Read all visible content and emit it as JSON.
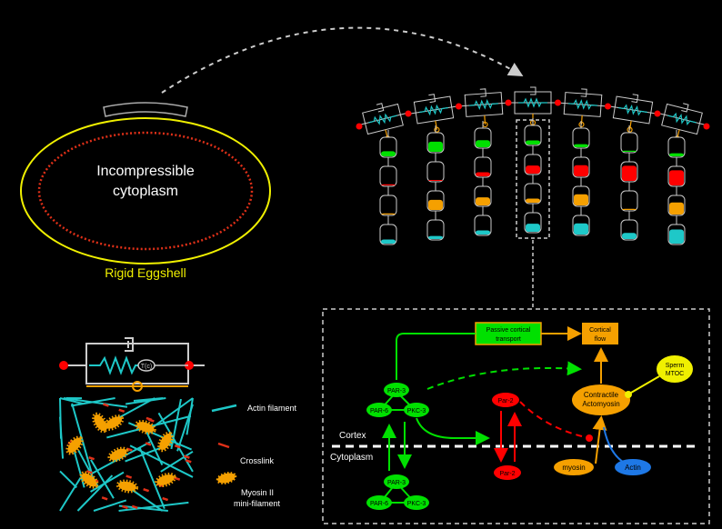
{
  "embryo": {
    "cytoplasm_line1": "Incompressible",
    "cytoplasm_line2": "cytoplasm",
    "eggshell_label": "Rigid Eggshell"
  },
  "legend": {
    "actin": "Actin filament",
    "crosslink": "Crosslink",
    "myosin_line1": "Myosin II",
    "myosin_line2": "mini-filament"
  },
  "network": {
    "passive_line1": "Passive cortical",
    "passive_line2": "transport",
    "flow_line1": "Cortical",
    "flow_line2": "flow",
    "mtoc_line1": "Sperm",
    "mtoc_line2": "MTOC",
    "actomyosin_line1": "Contractile",
    "actomyosin_line2": "Actomyosin",
    "par3": "PAR-3",
    "par6": "PAR-6",
    "pkc3": "PKC-3",
    "par2": "Par-2",
    "myosin": "myosin",
    "actin": "Actin",
    "cortex": "Cortex",
    "cytoplasm": "Cytoplasm"
  },
  "colors": {
    "green": "#00e000",
    "red": "#ff0000",
    "orange": "#f5a000",
    "cyan": "#1ec8c8",
    "yellow": "#f0f000",
    "blue": "#1e78e6",
    "eggshell": "#f0f000",
    "cortex_dots": "#e03018"
  },
  "columns": [
    {
      "g": 0.3,
      "r": 0.1,
      "o": 0.1,
      "c": 0.25
    },
    {
      "g": 0.55,
      "r": 0.05,
      "o": 0.55,
      "c": 0.2
    },
    {
      "g": 0.4,
      "r": 0.25,
      "o": 0.45,
      "c": 0.25
    },
    {
      "g": 0.25,
      "r": 0.45,
      "o": 0.25,
      "c": 0.45
    },
    {
      "g": 0.2,
      "r": 0.6,
      "o": 0.6,
      "c": 0.6
    },
    {
      "g": 0.1,
      "r": 0.8,
      "o": 0.1,
      "c": 0.35
    },
    {
      "g": 0.2,
      "r": 0.8,
      "o": 0.65,
      "c": 0.75
    }
  ]
}
